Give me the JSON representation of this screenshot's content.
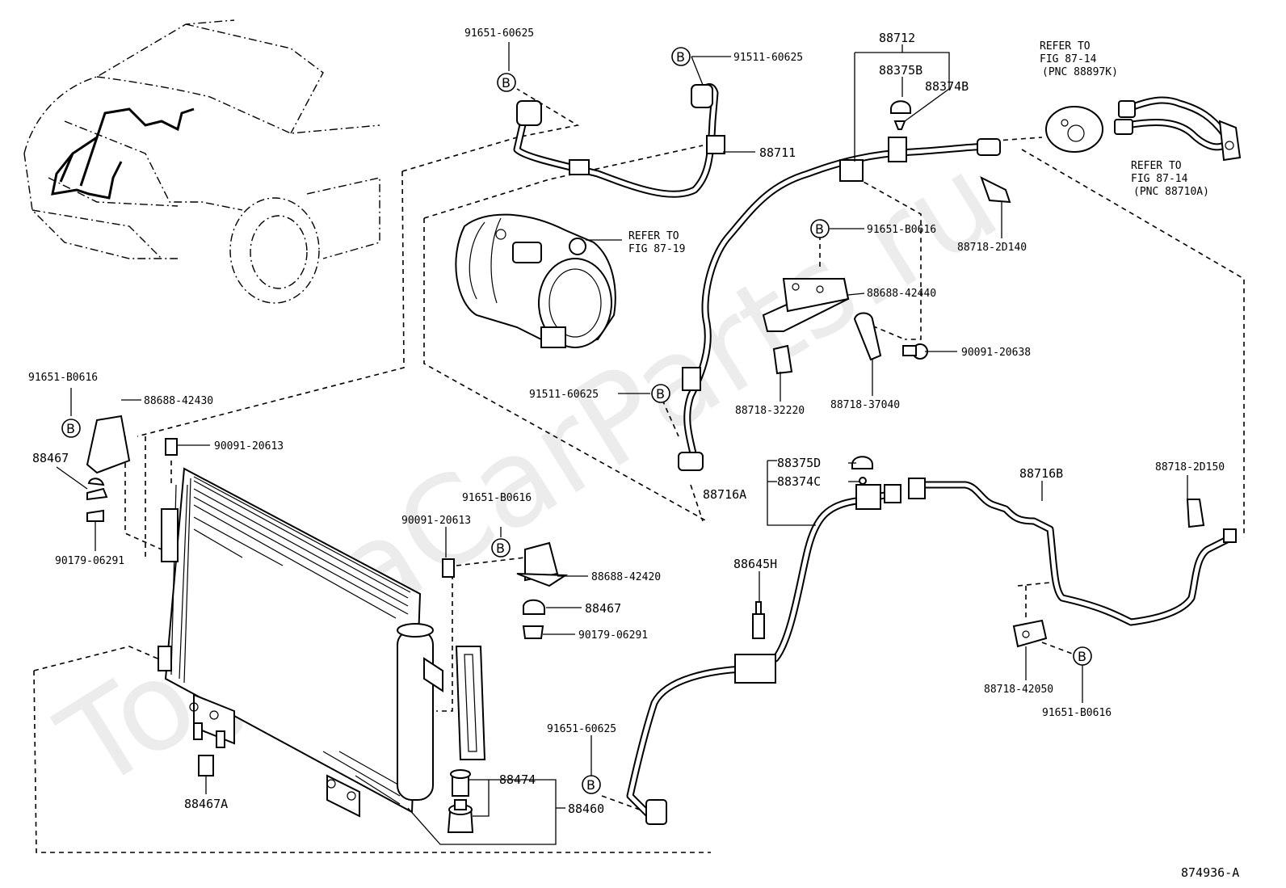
{
  "watermark": "ToyotaCarParts.ru",
  "diagram_id": "874936-A",
  "bolt_marker": "B",
  "refer_notes": {
    "compressor": [
      "REFER TO",
      "FIG 87-19"
    ],
    "top_right_1": [
      "REFER TO",
      "FIG 87-14",
      "(PNC 88897K)"
    ],
    "top_right_2": [
      "REFER TO",
      "FIG 87-14",
      "(PNC 88710A)"
    ]
  },
  "labels": {
    "p91651_60625_top": "91651-60625",
    "p91511_60625_top": "91511-60625",
    "p88711": "88711",
    "p88712": "88712",
    "p88375B": "88375B",
    "p88374B": "88374B",
    "p88718_2D140": "88718-2D140",
    "p91651_B0616_mid": "91651-B0616",
    "p88688_42440": "88688-42440",
    "p90091_20638": "90091-20638",
    "p88718_32220": "88718-32220",
    "p88718_37040": "88718-37040",
    "p91511_60625_mid": "91511-60625",
    "p91651_B0616_left": "91651-B0616",
    "p88688_42430": "88688-42430",
    "p90091_20613_left": "90091-20613",
    "p88467_left": "88467",
    "p90179_06291_left": "90179-06291",
    "p88716A": "88716A",
    "p88375D": "88375D",
    "p88374C": "88374C",
    "p88716B": "88716B",
    "p88718_2D150": "88718-2D150",
    "p91651_B0616_center": "91651-B0616",
    "p90091_20613_center": "90091-20613",
    "p88688_42420": "88688-42420",
    "p88467_center": "88467",
    "p90179_06291_center": "90179-06291",
    "p88645H": "88645H",
    "p88718_42050": "88718-42050",
    "p91651_B0616_right": "91651-B0616",
    "p88467A": "88467A",
    "p88474": "88474",
    "p88460": "88460",
    "p91651_60625_bottom": "91651-60625"
  }
}
